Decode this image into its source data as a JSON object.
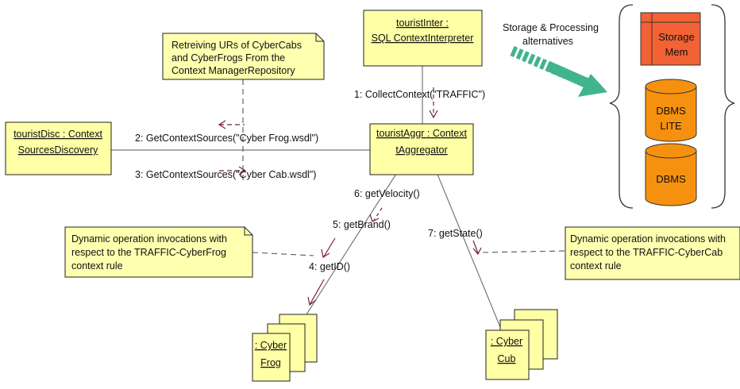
{
  "objects": {
    "interpreter": {
      "line1": "touristInter :",
      "line2": "SQL ContextInterpreter"
    },
    "aggregator": {
      "line1": "touristAggr : Context",
      "line2": "tAggregator"
    },
    "discovery": {
      "line1": "touristDisc : Context",
      "line2": "SourcesDiscovery"
    },
    "frog": {
      "line1": ": Cyber",
      "line2": "Frog"
    },
    "cub": {
      "line1": ": Cyber",
      "line2": "Cub"
    }
  },
  "notes": {
    "retrieve": [
      "Retreiving URs of CyberCabs",
      "and CyberFrogs From the",
      "Context ManagerRepository"
    ],
    "frog_rule": [
      "Dynamic operation invocations with",
      "respect to the TRAFFIC-CyberFrog",
      "context rule"
    ],
    "cab_rule": [
      "Dynamic operation invocations with",
      "respect to the TRAFFIC-CyberCab",
      "context rule"
    ]
  },
  "messages": {
    "m1": "1: CollectContext(\"TRAFFIC\")",
    "m2": "2: GetContextSources(\"Cyber Frog.wsdl\")",
    "m3": "3: GetContextSources(\"Cyber Cab.wsdl\")",
    "m4": "4: getID()",
    "m5": "5: getBrand()",
    "m6": "6: getVelocity()",
    "m7": "7: getState()"
  },
  "storage": {
    "caption_line1": "Storage & Processing",
    "caption_line2": "alternatives",
    "mem_line1": "Storage",
    "mem_line2": "Mem",
    "lite_line1": "DBMS",
    "lite_line2": "LITE",
    "dbms": "DBMS"
  },
  "colors": {
    "object_fill": "#ffffa6",
    "storage_mem": "#f26234",
    "dbms": "#f6910f",
    "arrow_big": "#3fb48f",
    "message_arrow": "#7a1f3a"
  }
}
